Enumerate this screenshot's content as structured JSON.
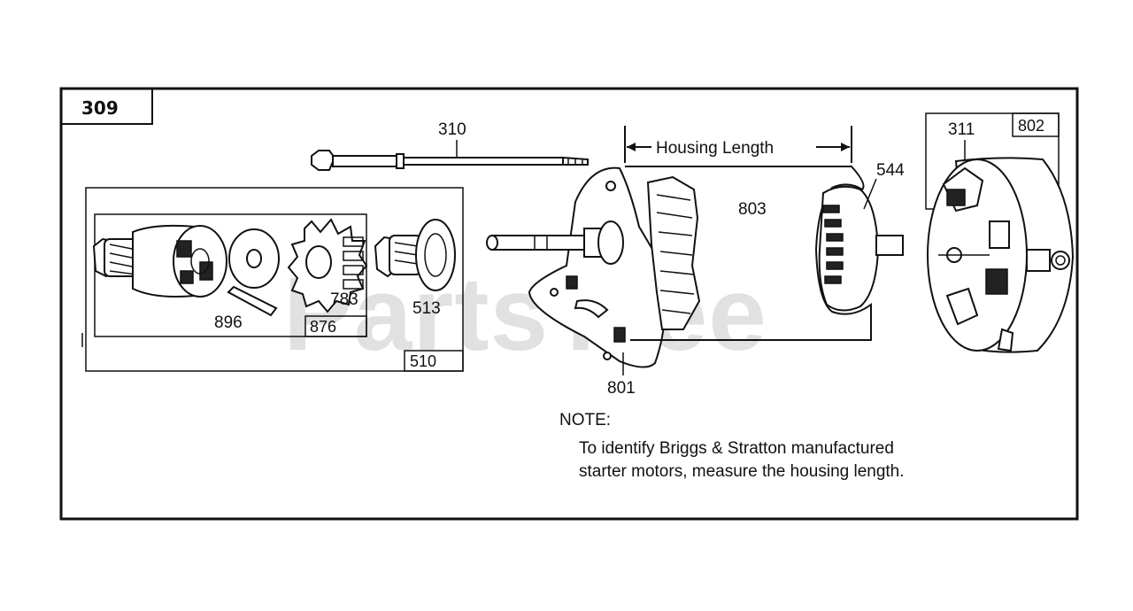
{
  "diagram": {
    "section_number": "309",
    "watermark": "PartsTree",
    "dimension_label": "Housing Length",
    "labels": {
      "bolt": "310",
      "end_cap_assembly": "311",
      "end_cap_box": "802",
      "armature": "544",
      "housing": "803",
      "drive_end_cap": "801",
      "spring": "896",
      "drive_kit_box": "876",
      "gear": "783",
      "clutch": "513",
      "drive_assembly_box": "510"
    },
    "note": {
      "heading": "NOTE:",
      "line1": "To identify Briggs & Stratton manufactured",
      "line2": "starter motors, measure the housing length."
    }
  }
}
